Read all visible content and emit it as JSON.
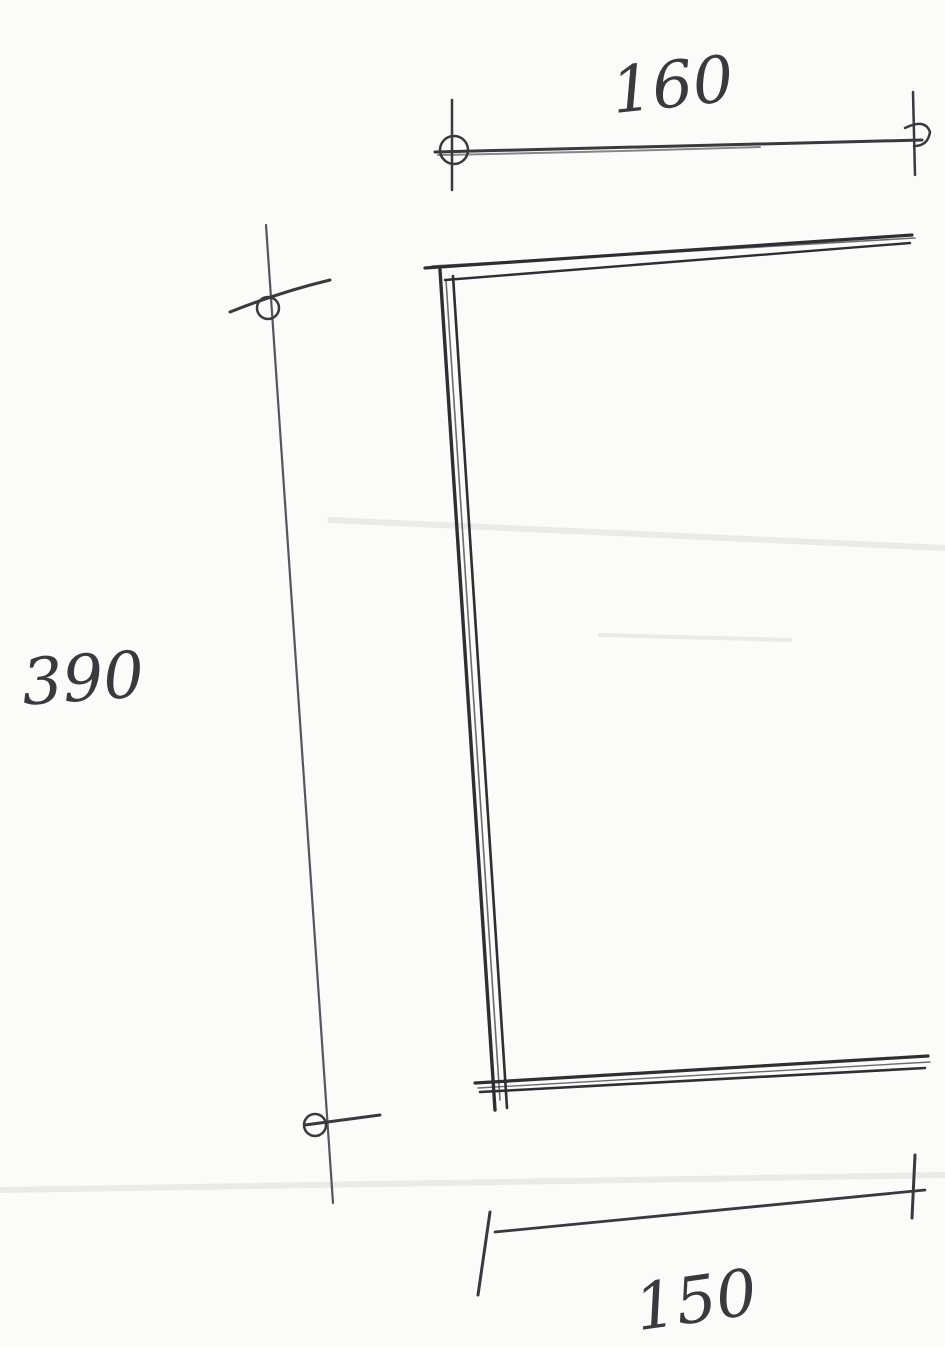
{
  "sketch": {
    "dimensions": {
      "top_width": "160",
      "height": "390",
      "bottom_width": "150"
    },
    "colors": {
      "paper": "#fbfbf9",
      "ink": "#3a3a3e",
      "light_ink": "#8a8a90",
      "smudge": "#e6e6e4"
    }
  }
}
